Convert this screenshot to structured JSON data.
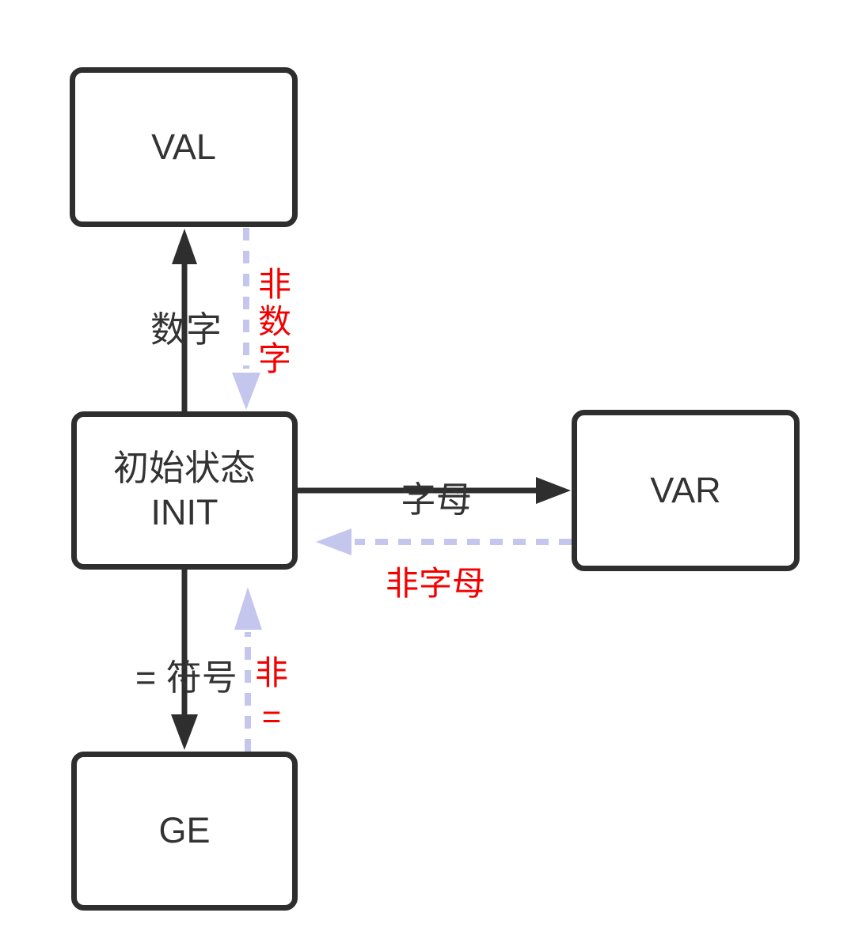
{
  "diagram": {
    "nodes": [
      {
        "id": "val",
        "label": "VAL"
      },
      {
        "id": "init",
        "label": "初始状态\nINIT"
      },
      {
        "id": "var",
        "label": "VAR"
      },
      {
        "id": "ge",
        "label": "GE"
      }
    ],
    "edges": [
      {
        "from": "INIT",
        "to": "VAL",
        "label": "数字",
        "style": "solid"
      },
      {
        "from": "VAL",
        "to": "INIT",
        "label": "非数字",
        "style": "dashed"
      },
      {
        "from": "INIT",
        "to": "VAR",
        "label": "字母",
        "style": "solid"
      },
      {
        "from": "VAR",
        "to": "INIT",
        "label": "非字母",
        "style": "dashed"
      },
      {
        "from": "INIT",
        "to": "GE",
        "label": "= 符号",
        "style": "solid"
      },
      {
        "from": "GE",
        "to": "INIT",
        "label": "非\n=",
        "style": "dashed"
      }
    ],
    "colors": {
      "background": "#ffffff",
      "node_border": "#2e2e2e",
      "solid_arrow": "#2e2e2e",
      "dashed_arrow": "#c5c6ee",
      "negative_label": "#f40000",
      "label_text": "#333333"
    }
  }
}
